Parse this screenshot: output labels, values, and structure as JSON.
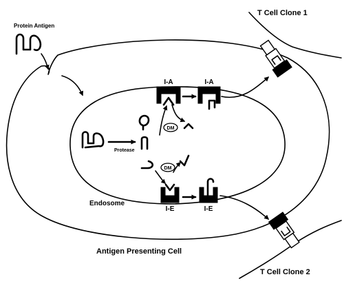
{
  "labels": {
    "protein_antigen": "Protein Antigen",
    "t_cell_clone_1": "T Cell Clone 1",
    "t_cell_clone_2": "T Cell Clone 2",
    "protease": "Protease",
    "dm_top": "DM",
    "dm_bottom": "DM",
    "ia_left": "I-A",
    "ia_right": "I-A",
    "ie_left": "I-E",
    "ie_right": "I-E",
    "endosome": "Endosome",
    "antigen_presenting_cell": "Antigen Presenting Cell"
  }
}
